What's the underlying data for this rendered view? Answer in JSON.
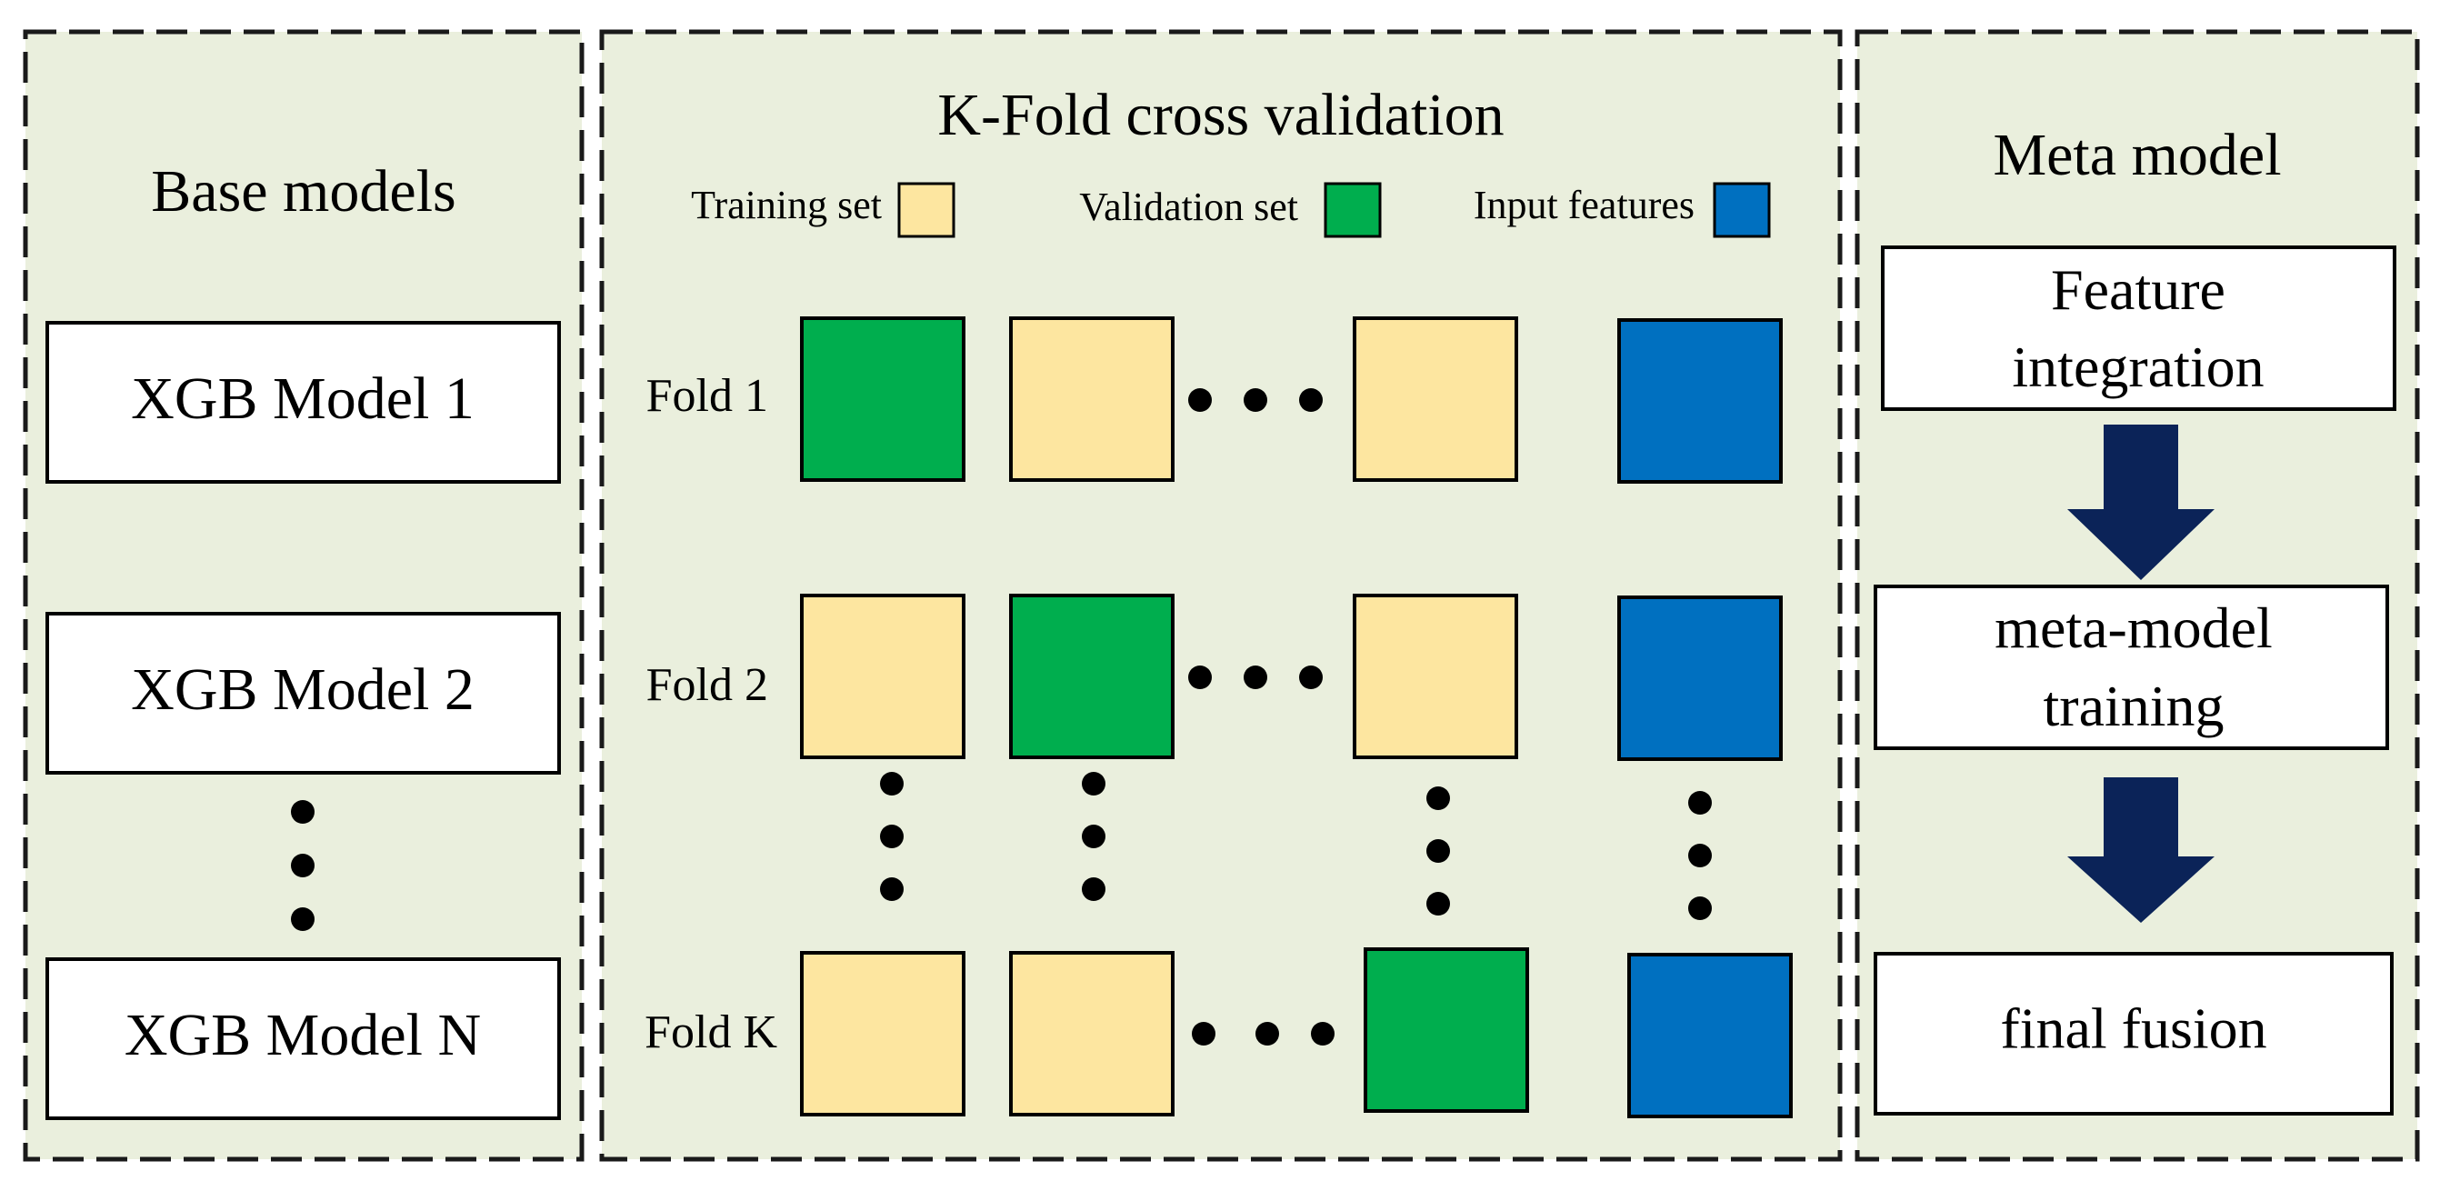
{
  "colors": {
    "panel_fill": "#eaefdd",
    "panel_border": "#1a1a1a",
    "training": "#fde6a0",
    "validation": "#00ae4e",
    "input_features": "#0070c0",
    "arrow": "#0b2358",
    "box_fill": "#ffffff"
  },
  "base_panel": {
    "title": "Base models",
    "models": [
      "XGB Model 1",
      "XGB Model 2",
      "XGB Model N"
    ]
  },
  "kfold_panel": {
    "title": "K-Fold cross validation",
    "legend": {
      "training": "Training set",
      "validation": "Validation set",
      "input": "Input features"
    },
    "folds": [
      {
        "label": "Fold 1",
        "cells": [
          "validation",
          "training",
          "training",
          "input"
        ]
      },
      {
        "label": "Fold 2",
        "cells": [
          "training",
          "validation",
          "training",
          "input"
        ]
      },
      {
        "label": "Fold K",
        "cells": [
          "training",
          "training",
          "validation",
          "input"
        ]
      }
    ]
  },
  "meta_panel": {
    "title": "Meta model",
    "steps": [
      {
        "line1": "Feature",
        "line2": "integration"
      },
      {
        "line1": "meta-model",
        "line2": "training"
      },
      {
        "line1": "final fusion",
        "line2": ""
      }
    ],
    "arrow_icon": "down-arrow-icon"
  }
}
